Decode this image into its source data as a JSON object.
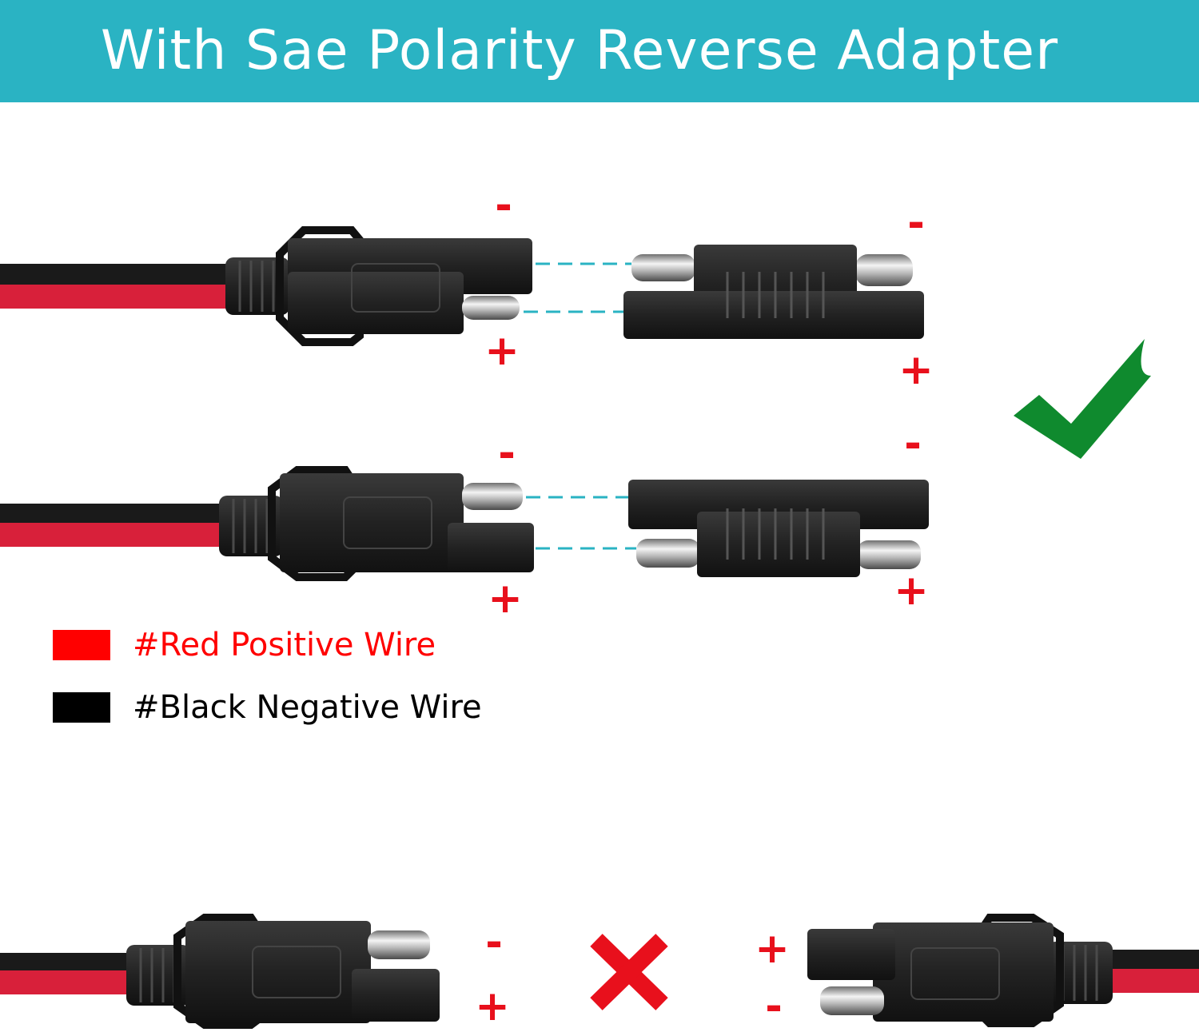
{
  "header": {
    "title": "With Sae Polarity Reverse Adapter",
    "background_color": "#2ab3c3"
  },
  "polarity_marks": {
    "minus": "-",
    "plus": "+",
    "color": "#e8101c"
  },
  "legend": {
    "items": [
      {
        "label": "#Red Positive Wire",
        "color": "#ff0000"
      },
      {
        "label": "#Black Negative Wire",
        "color": "#000000"
      }
    ]
  },
  "status_icons": {
    "correct": "green-check-icon",
    "incorrect": "red-x-icon",
    "correct_color": "#0f8a2e",
    "incorrect_color": "#e8101c"
  }
}
